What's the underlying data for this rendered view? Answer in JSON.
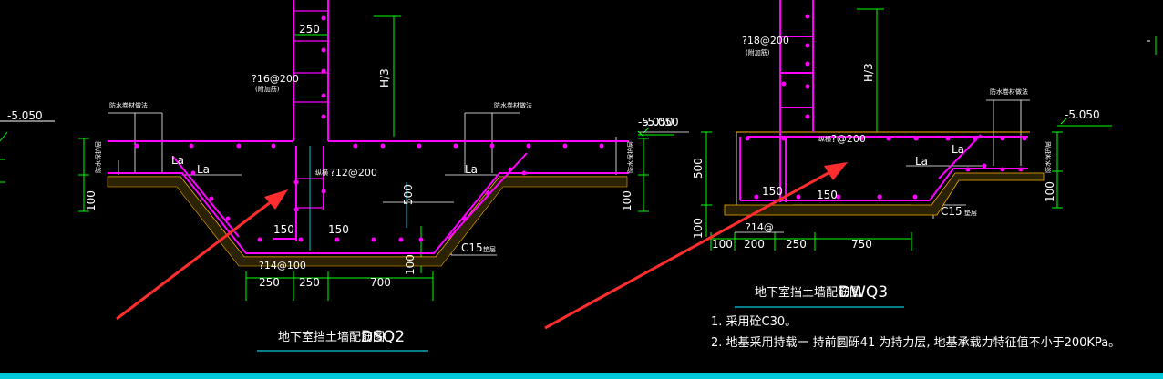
{
  "colors": {
    "background": "#000000",
    "concrete": "#ff00ff",
    "dimension": "#00ff00",
    "annotation": "#ffffff",
    "waterproof": "#ffb000",
    "title_line": "#00c8d8",
    "arrow": "#ff2d2d"
  },
  "left_detail": {
    "dims": {
      "d250_top": "250",
      "h3": "H/3",
      "d100_left": "100",
      "d100_right": "100",
      "d150_a": "150",
      "d150_b": "150",
      "d500": "500",
      "d100_pit": "100",
      "b250a": "250",
      "b250b": "250",
      "b700": "700"
    },
    "rebars": {
      "wall_vertical": "?16@200",
      "wall_vertical_sub": "(附加筋)",
      "pit_bars": "?12@200",
      "pit_bars_prefix": "纵横",
      "bottom_bars": "?14@100"
    },
    "labels": {
      "elevation": "-5.050",
      "la_left": "La",
      "la_mid": "La",
      "la_right": "La",
      "c15": "C15",
      "c15_sub": "垫层",
      "waterproof_left": "防水卷材做法",
      "waterproof_right": "防水卷材做法",
      "protect_left": "防水保护层",
      "protect_right": "防水保护层"
    },
    "title": "地下室挡土墙配筋图",
    "title_code": "DSQ2"
  },
  "right_detail": {
    "dims": {
      "h3": "H/3",
      "d500": "500",
      "d100_left": "100",
      "d100_right": "100",
      "d150_a": "150",
      "d150_b": "150",
      "b100": "100",
      "b200": "200",
      "b250": "250",
      "b750": "750"
    },
    "rebars": {
      "wall_vertical": "?18@200",
      "wall_vertical_sub": "(附加筋)",
      "slab_bars": "?@200",
      "slab_bars_prefix": "纵横",
      "bottom_bars": "?14@"
    },
    "labels": {
      "elevation_left": "-5.050",
      "elevation_right": "-5.050",
      "la_right": "La",
      "la_far": "La",
      "c15": "C15",
      "c15_sub": "垫层",
      "waterproof": "防水卷材做法",
      "protect": "防水保护层"
    },
    "title": "地下室挡土墙配筋图",
    "title_code": "DWQ3"
  },
  "far_left": {
    "elevation": "-5.050"
  },
  "notes": [
    "1. 采用砼C30。",
    "2. 地基采用持载一 持前圆砾41 为持力层, 地基承载力特征值不小于200KPa。"
  ]
}
